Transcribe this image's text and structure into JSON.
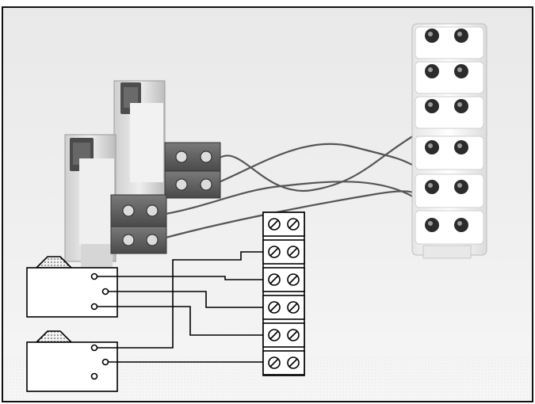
{
  "image": {
    "style": "grayscale halftone photograph with overlaid wiring schematic",
    "colors": {
      "frame": "#111111",
      "background": "#ededed",
      "terminal_block": "#fafafa",
      "screw": "#2a2a2a",
      "switch_body": "#d8d8d8",
      "actuator": "#5a5a5a",
      "schematic_line": "#000000"
    },
    "photo_objects": {
      "microswitches": 2,
      "terminal_strip_ways": 6,
      "wires_visible": 4
    },
    "schematic": {
      "switches": 2,
      "contacts_per_switch": 3,
      "terminal_ways": 6
    }
  }
}
